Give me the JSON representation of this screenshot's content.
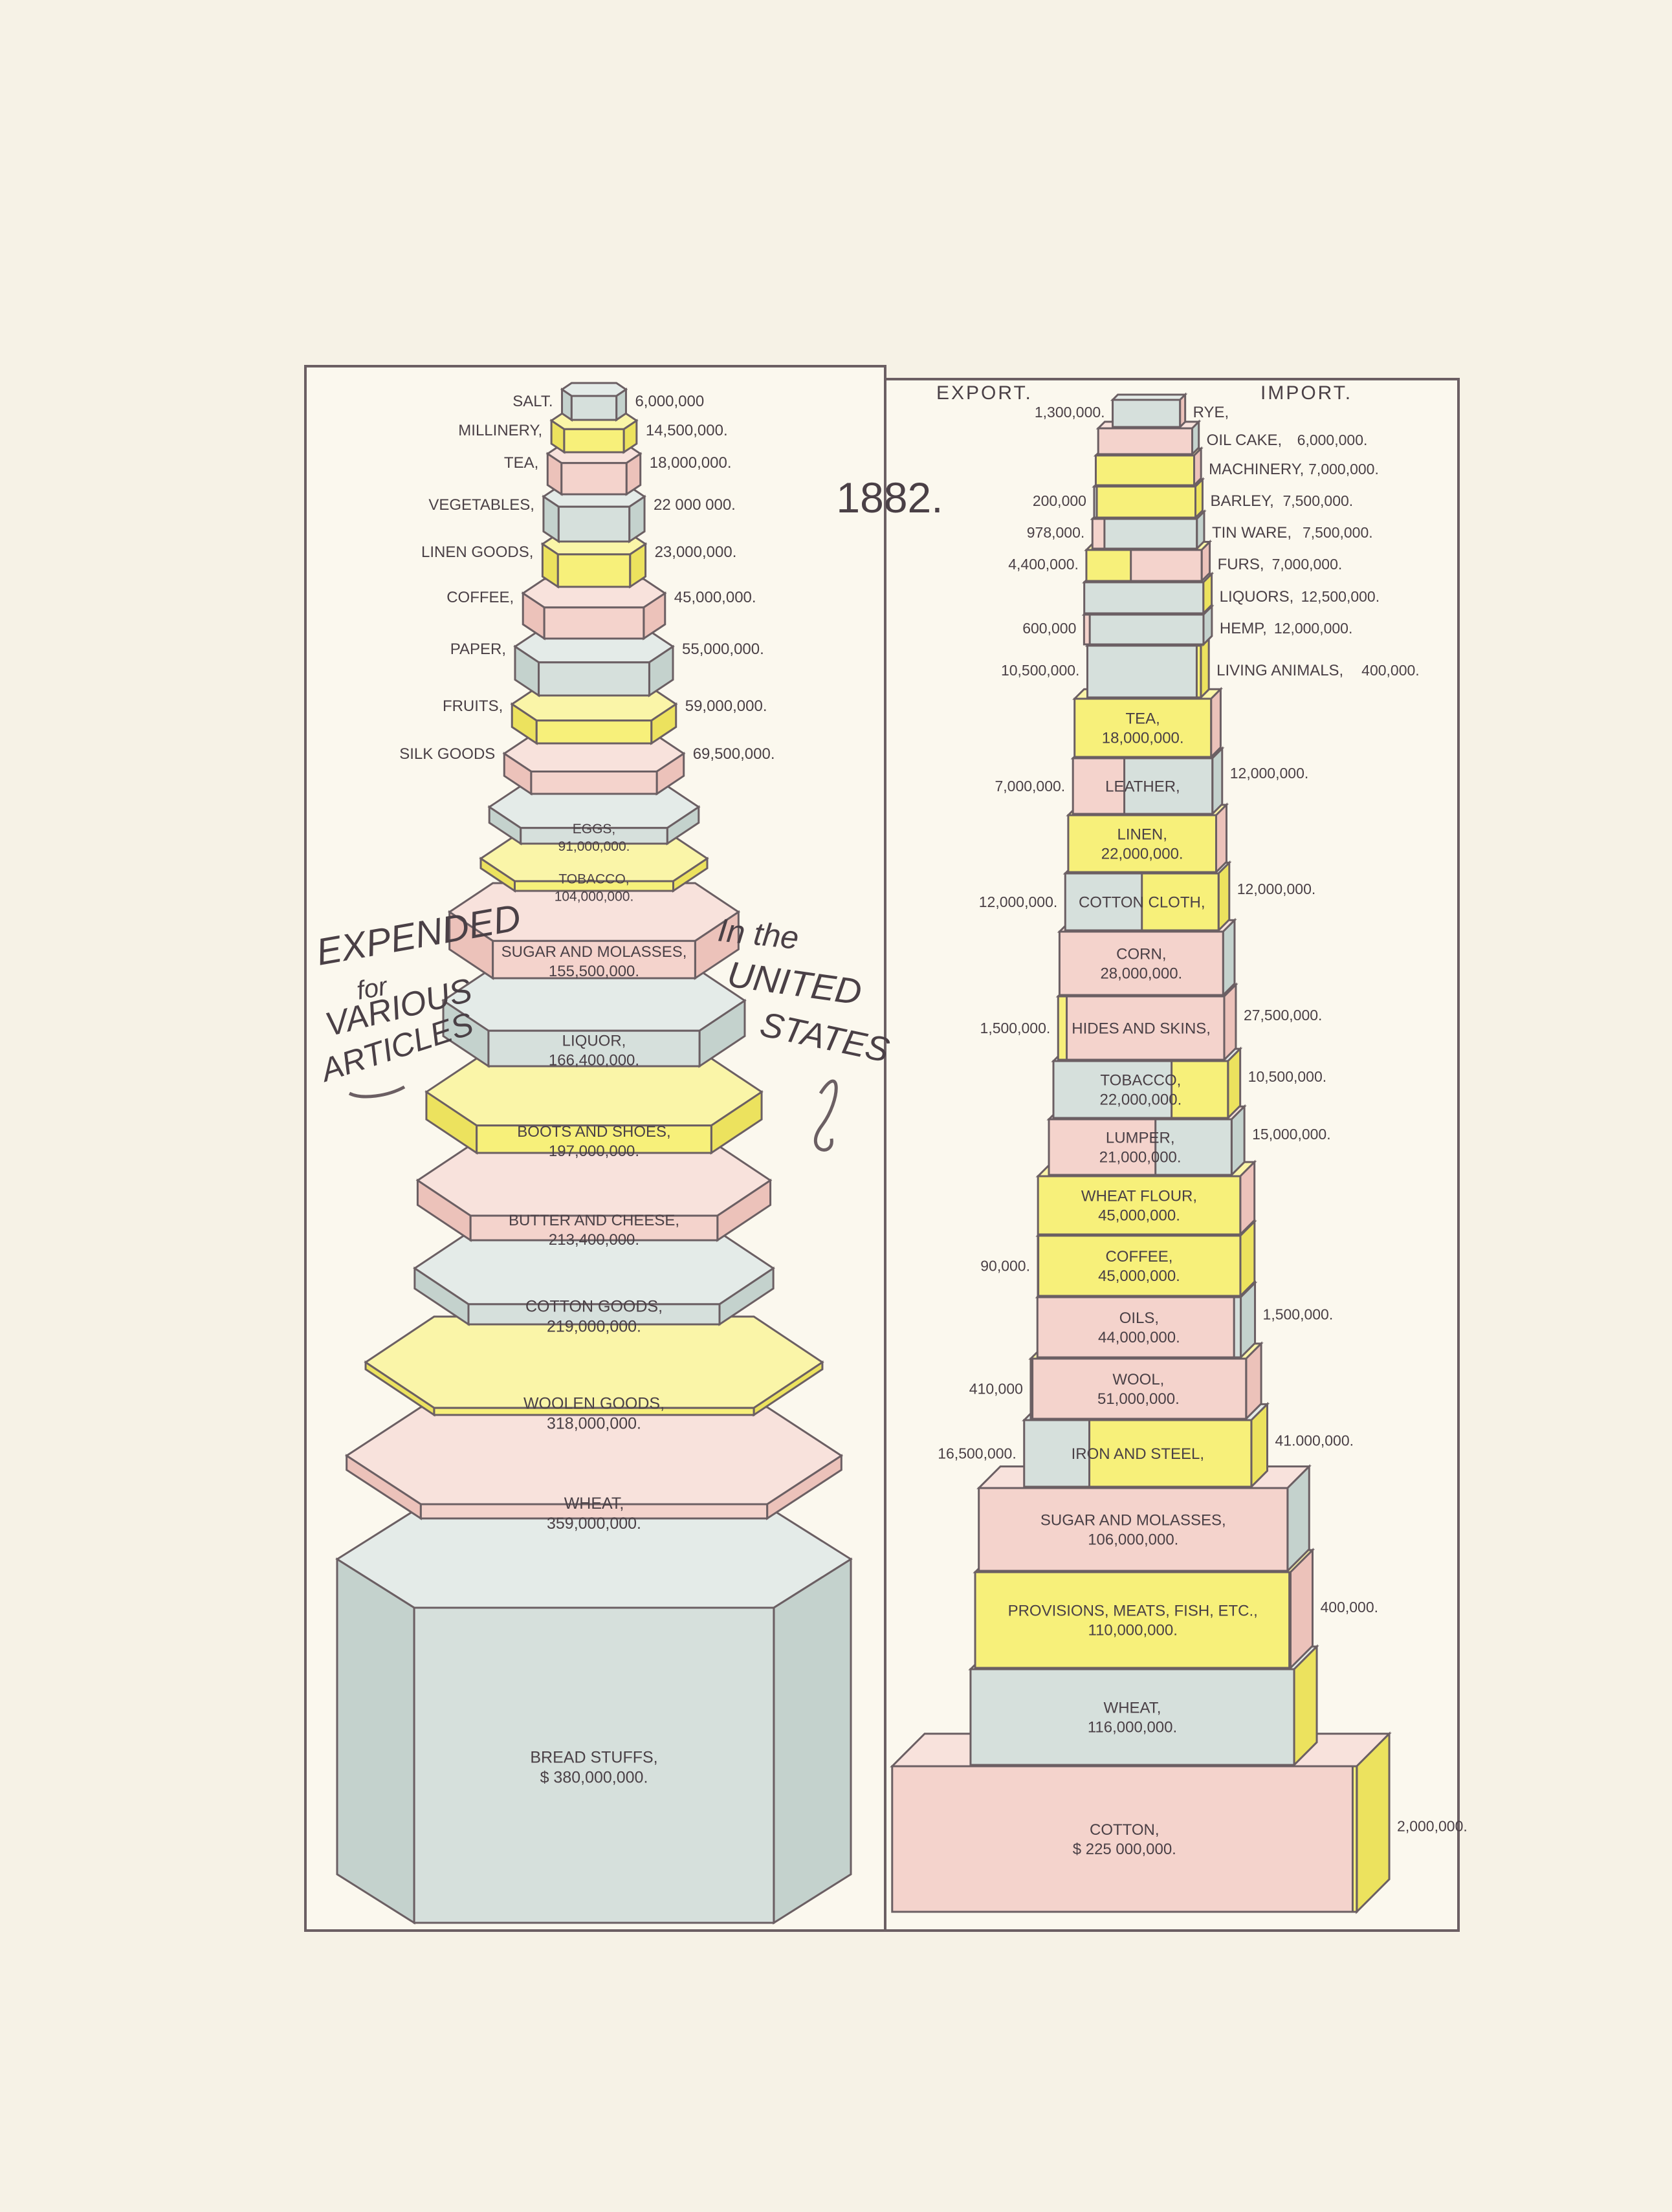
{
  "year": "1882.",
  "left_panel": {
    "caption": {
      "line1": "EXPENDED",
      "line2": "for",
      "line3": "VARIOUS",
      "line4": "ARTICLES",
      "line5": "In the",
      "line6": "UNITED",
      "line7": "STATES"
    }
  },
  "right_panel": {
    "export_header": "EXPORT.",
    "import_header": "IMPORT."
  },
  "colors": {
    "pink": "#f4d3cc",
    "blue": "#d6e0dc",
    "yellow": "#f7f07a",
    "frame": "#6b5f63",
    "text": "#4a4046"
  },
  "chart_data": [
    {
      "type": "bar",
      "categories": [
        "SALT.",
        "MILLINERY,",
        "TEA,",
        "VEGETABLES,",
        "LINEN GOODS,",
        "COFFEE,",
        "PAPER,",
        "FRUITS,",
        "SILK GOODS",
        "EGGS,",
        "TOBACCO,",
        "SUGAR AND MOLASSES,",
        "LIQUOR,",
        "BOOTS AND SHOES,",
        "BUTTER AND CHEESE,",
        "COTTON GOODS,",
        "WOOLEN GOODS,",
        "WHEAT,",
        "BREAD STUFFS,"
      ],
      "value_labels": [
        "6,000,000",
        "14,500,000.",
        "18,000,000.",
        "22 000 000.",
        "23,000,000.",
        "45,000,000.",
        "55,000,000.",
        "59,000,000.",
        "69,500,000.",
        "91,000,000.",
        "104,000,000.",
        "155,500,000.",
        "166,400,000.",
        "197,000,000.",
        "213,400,000.",
        "219,000,000.",
        "318,000,000.",
        "359,000,000.",
        "$ 380,000,000."
      ],
      "values": [
        6000000,
        14500000,
        18000000,
        22000000,
        23000000,
        45000000,
        55000000,
        59000000,
        69500000,
        91000000,
        104000000,
        155500000,
        166400000,
        197000000,
        213400000,
        219000000,
        318000000,
        359000000,
        380000000
      ],
      "colors": [
        "blue",
        "yellow",
        "pink",
        "blue",
        "yellow",
        "pink",
        "blue",
        "yellow",
        "pink",
        "blue",
        "yellow",
        "pink",
        "blue",
        "yellow",
        "pink",
        "blue",
        "yellow",
        "pink",
        "blue"
      ]
    },
    {
      "type": "bar",
      "categories": [
        "RYE,",
        "OIL CAKE,",
        "MACHINERY,",
        "BARLEY,",
        "TIN WARE,",
        "FURS,",
        "LIQUORS,",
        "HEMP,",
        "LIVING ANIMALS,",
        "TEA,",
        "LEATHER,",
        "LINEN,",
        "COTTON CLOTH,",
        "CORN,",
        "HIDES AND SKINS,",
        "TOBACCO,",
        "LUMPER,",
        "WHEAT FLOUR,",
        "COFFEE,",
        "OILS,",
        "WOOL,",
        "IRON AND STEEL,",
        "SUGAR AND MOLASSES,",
        "PROVISIONS, MEATS, FISH, ETC.,",
        "WHEAT,",
        "COTTON,"
      ],
      "series": [
        {
          "name": "EXPORT.",
          "value_labels": [
            "1,300,000.",
            "",
            "",
            "200,000",
            "978,000.",
            "4,400,000.",
            "",
            "600,000",
            "10,500,000.",
            "",
            "7,000,000.",
            "",
            "12,000,000.",
            "28,000,000.",
            "1,500,000.",
            "22,000,000.",
            "21,000,000.",
            "45,000,000.",
            "90,000.",
            "44,000,000.",
            "410,000",
            "16,500,000.",
            "",
            "110,000,000.",
            "116,000,000.",
            "$ 225 000,000."
          ],
          "values": [
            1300000,
            null,
            null,
            200000,
            978000,
            4400000,
            null,
            600000,
            10500000,
            null,
            7000000,
            null,
            12000000,
            28000000,
            1500000,
            22000000,
            21000000,
            45000000,
            90000,
            44000000,
            410000,
            16500000,
            null,
            110000000,
            116000000,
            225000000
          ]
        },
        {
          "name": "IMPORT.",
          "value_labels": [
            "",
            "6,000,000.",
            "7,000,000.",
            "7,500,000.",
            "7,500,000.",
            "7,000,000.",
            "12,500,000.",
            "12,000,000.",
            "400,000.",
            "18,000,000.",
            "12,000,000.",
            "22,000,000.",
            "12,000,000.",
            "",
            "27,500,000.",
            "10,500,000.",
            "15,000,000.",
            "",
            "45,000,000.",
            "1,500,000.",
            "51,000,000.",
            "41.000,000.",
            "106,000,000.",
            "400,000.",
            "",
            "2,000,000."
          ],
          "values": [
            null,
            6000000,
            7000000,
            7500000,
            7500000,
            7000000,
            12500000,
            12000000,
            400000,
            18000000,
            12000000,
            22000000,
            12000000,
            null,
            27500000,
            10500000,
            15000000,
            null,
            45000000,
            1500000,
            51000000,
            41000000,
            106000000,
            400000,
            null,
            2000000
          ]
        }
      ]
    }
  ]
}
